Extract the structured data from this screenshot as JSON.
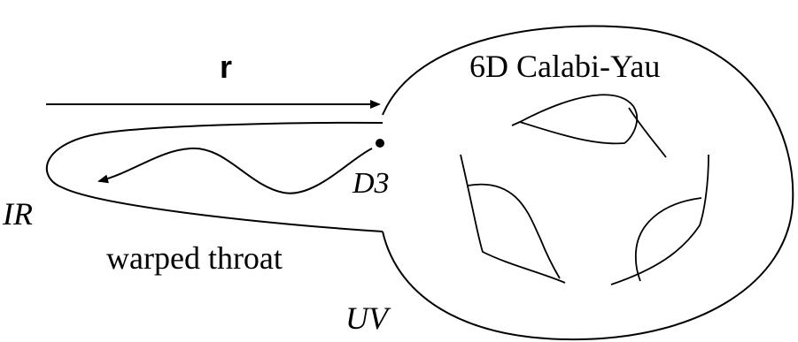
{
  "labels": {
    "r": "r",
    "calabi_yau": "6D Calabi-Yau",
    "d3": "D3",
    "ir": "IR",
    "warped_throat": "warped throat",
    "uv": "UV"
  },
  "colors": {
    "stroke": "#000000",
    "background": "#ffffff"
  }
}
